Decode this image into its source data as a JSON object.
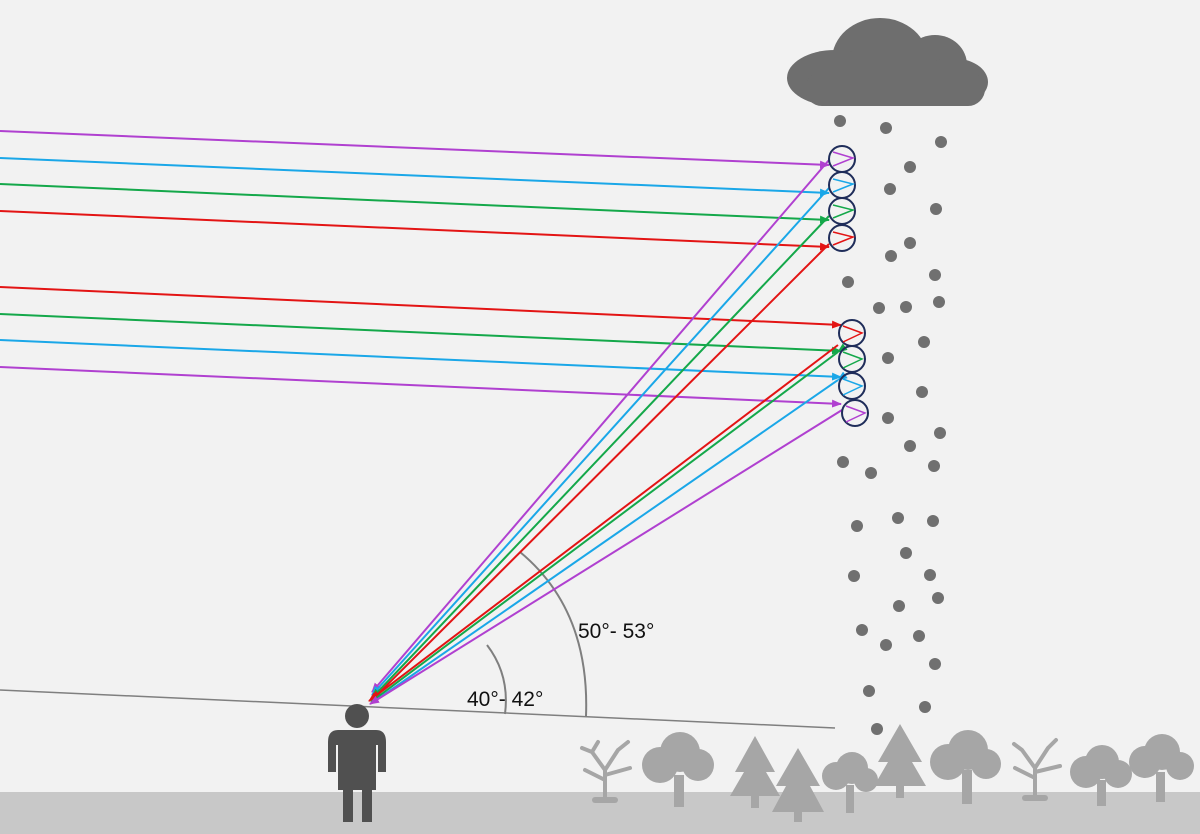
{
  "labels": {
    "primary_angle": "40°- 42°",
    "secondary_angle": "50°- 53°"
  },
  "colors": {
    "background": "#f2f2f2",
    "ground": "#c8c8c8",
    "cloud": "#6e6e6e",
    "raindrops": "#707070",
    "trees": "#a6a6a6",
    "person": "#505050",
    "droplet_outline": "#1f2d5a",
    "horizon_line": "#7f7f7f",
    "violet": "#b040d0",
    "blue": "#1aa7e8",
    "green": "#14a84a",
    "red": "#e31414"
  },
  "icons": {
    "cloud": "cloud-icon",
    "person": "person-icon",
    "trees": [
      "bare-tree-icon",
      "deciduous-tree-icon",
      "pine-tree-icon",
      "pine-tree-icon",
      "deciduous-tree-icon",
      "pine-tree-icon",
      "deciduous-tree-icon",
      "bare-tree-icon",
      "deciduous-tree-icon",
      "deciduous-tree-icon"
    ]
  },
  "bands": {
    "secondary_rainbow_color_order_top_to_bottom": [
      "violet",
      "blue",
      "green",
      "red"
    ],
    "primary_rainbow_color_order_top_to_bottom": [
      "red",
      "green",
      "blue",
      "violet"
    ]
  }
}
